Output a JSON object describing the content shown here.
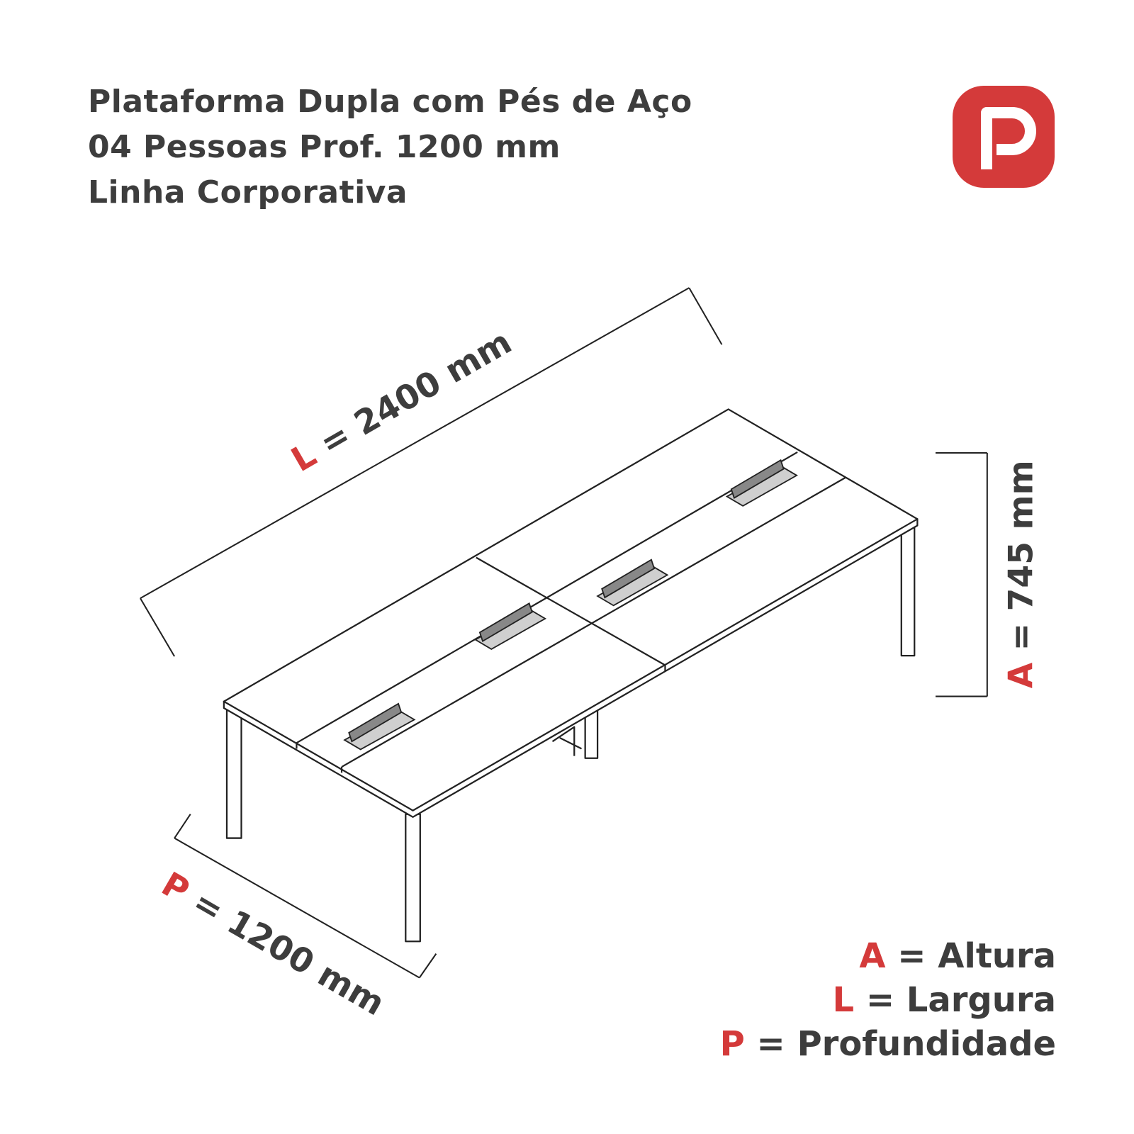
{
  "title": {
    "line1": "Plataforma Dupla com Pés de Aço",
    "line2": "04 Pessoas Prof. 1200 mm",
    "line3": "Linha Corporativa"
  },
  "logo": {
    "letter": "P",
    "color": "#d43a3a"
  },
  "dimensions": {
    "width": {
      "key": "L",
      "value": " = 2400 mm"
    },
    "height": {
      "key": "A",
      "value": " = 745 mm"
    },
    "depth": {
      "key": "P",
      "value": " = 1200 mm"
    }
  },
  "legend": [
    {
      "key": "A",
      "label": " = Altura"
    },
    {
      "key": "L",
      "label": " = Largura"
    },
    {
      "key": "P",
      "label": " = Profundidade"
    }
  ],
  "colors": {
    "accent": "#d43a3a",
    "text": "#3d3d3d",
    "line": "#222222"
  }
}
